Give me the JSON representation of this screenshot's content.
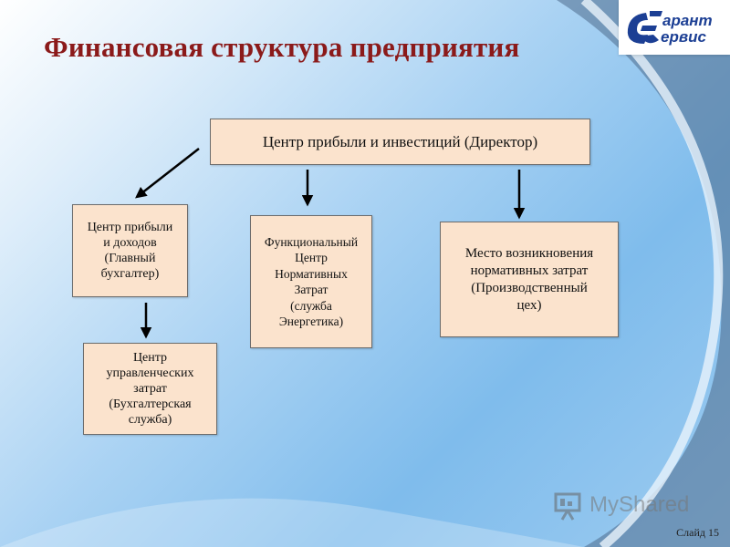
{
  "title": "Финансовая структура предприятия",
  "logo": {
    "line1": "арант",
    "line2": "ервис",
    "color": "#1c3f94"
  },
  "nodes": {
    "root": "Центр прибыли и инвестиций (Директор)",
    "income": "Центр прибыли\nи доходов\n(Главный\nбухгалтер)",
    "functional": "Функциональный\nЦентр\nНормативных\nЗатрат\n(служба\nЭнергетика)",
    "place": "Место возникновения\nнормативных затрат\n(Производственный\nцех)",
    "management": "Центр\nуправленческих\nзатрат\n(Бухгалтерская\nслужба)"
  },
  "edges": [
    {
      "from": "root",
      "to": "income"
    },
    {
      "from": "root",
      "to": "functional"
    },
    {
      "from": "root",
      "to": "place"
    },
    {
      "from": "income",
      "to": "management"
    }
  ],
  "watermark": {
    "text": "MyShared"
  },
  "slide_label": "Слайд 15",
  "colors": {
    "title": "#8b1a1a",
    "box_fill": "#fbe3cd",
    "arrow": "#000000"
  }
}
